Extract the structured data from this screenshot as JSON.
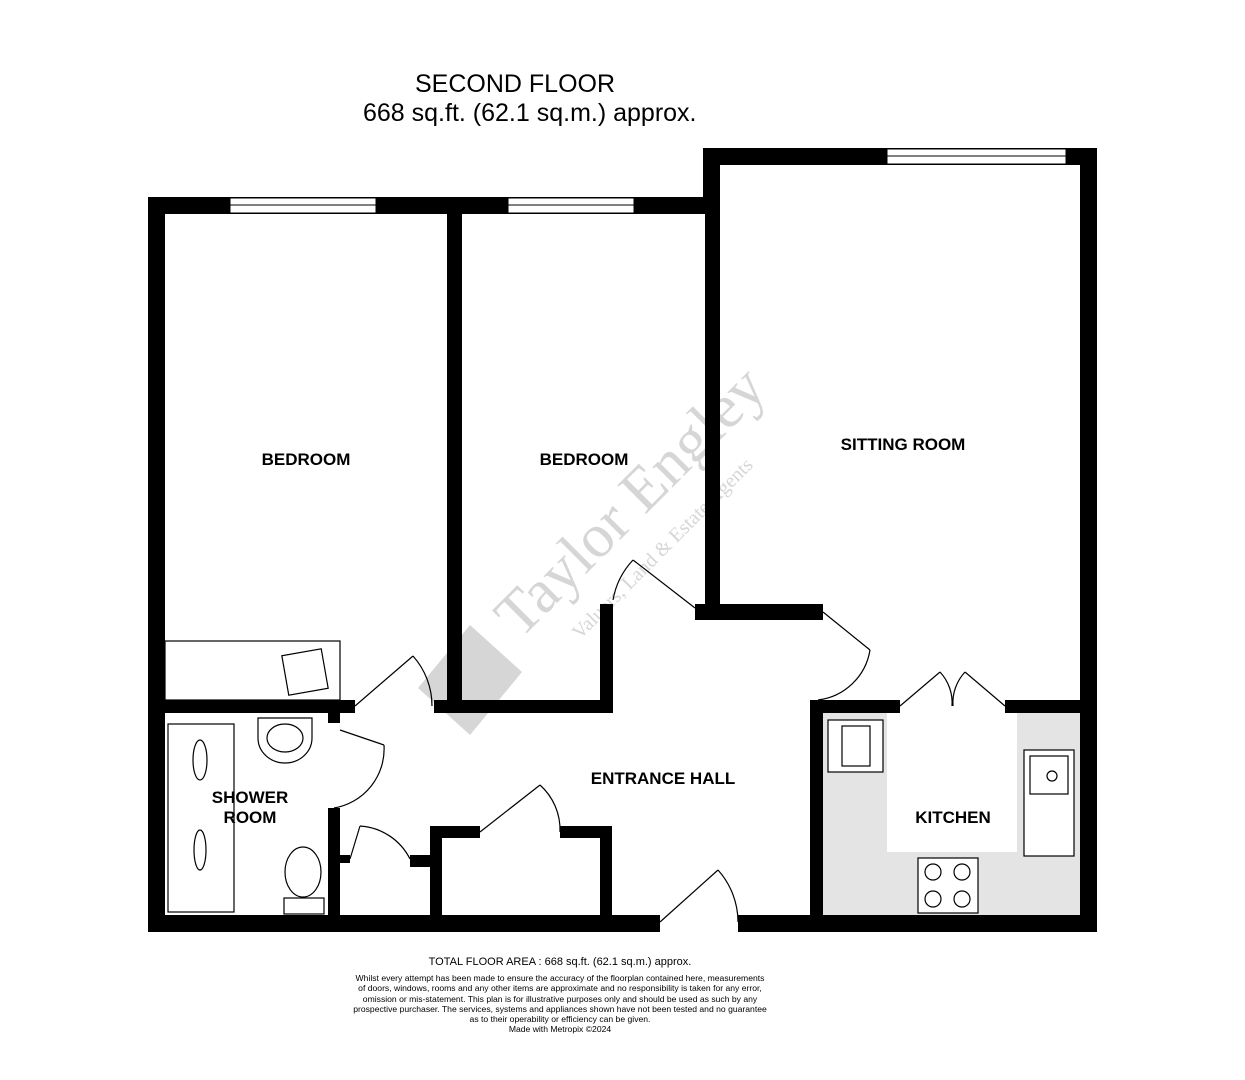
{
  "header": {
    "floor_name": "SECOND FLOOR",
    "floor_area": "668 sq.ft. (62.1 sq.m.) approx."
  },
  "rooms": {
    "bedroom_1": "BEDROOM",
    "bedroom_2": "BEDROOM",
    "sitting_room": "SITTING ROOM",
    "entrance_hall": "ENTRANCE HALL",
    "shower_room_line1": "SHOWER",
    "shower_room_line2": "ROOM",
    "kitchen": "KITCHEN"
  },
  "watermark": {
    "brand": "Taylor Engley",
    "tagline": "Valuers, Land & Estate Agents"
  },
  "footer": {
    "total_area": "TOTAL FLOOR AREA : 668 sq.ft. (62.1 sq.m.) approx.",
    "disclaimer_lines": [
      "Whilst every attempt has been made to ensure the accuracy of the floorplan contained here, measurements",
      "of doors, windows, rooms and any other items are approximate and no responsibility is taken for any error,",
      "omission or mis-statement. This plan is for illustrative purposes only and should be used as such by any",
      "prospective purchaser. The services, systems and appliances shown have not been tested and no guarantee",
      "as to their operability or efficiency can be given."
    ],
    "credit": "Made with Metropix ©2024"
  },
  "colors": {
    "wall": "#000000",
    "kitchen_floor": "#e4e4e4",
    "watermark": "#d0d0d0"
  }
}
